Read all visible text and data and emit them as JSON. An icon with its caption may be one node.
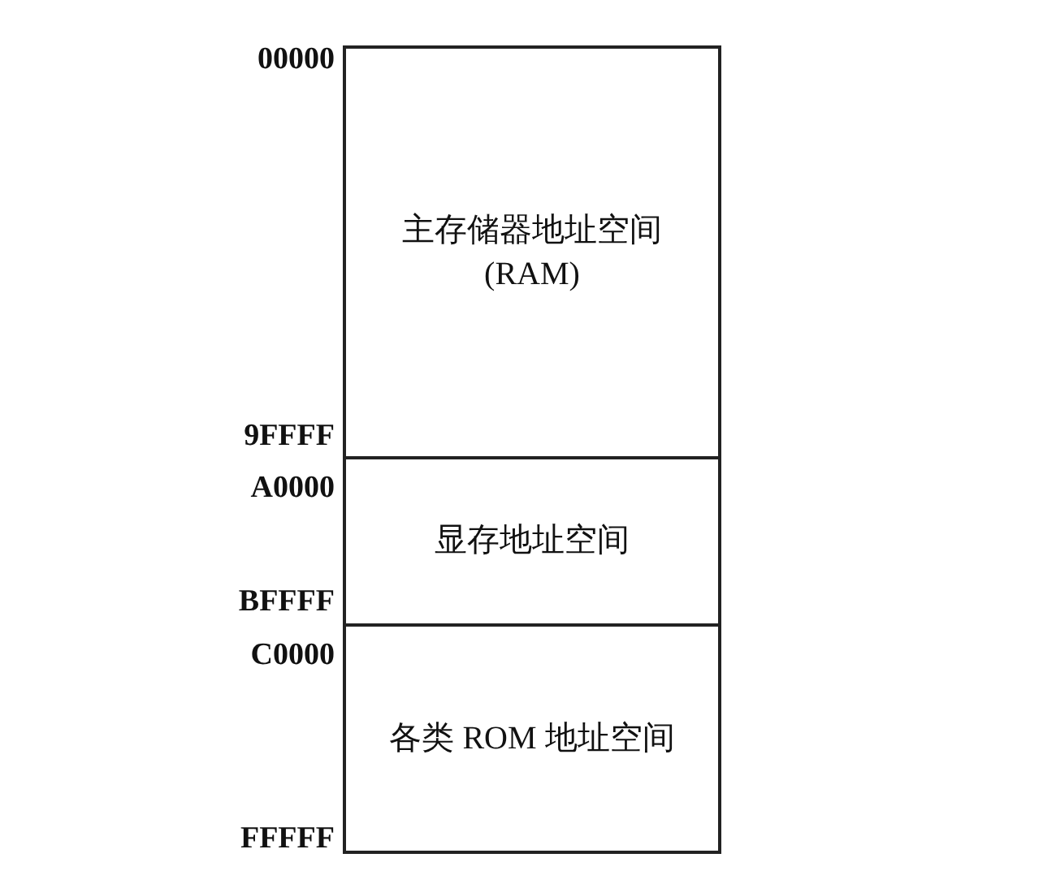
{
  "diagram": {
    "nodes": [
      {
        "text": [
          "主存储器地址空间 (RAM)"
        ]
      },
      {
        "text": [
          "显存地址空间"
        ]
      },
      {
        "text": [
          "各类 ROM 地址空间"
        ]
      }
    ],
    "labels": [
      "00000",
      "9FFFF",
      "A0000",
      "BFFFF",
      "C0000",
      "FFFFF"
    ]
  }
}
